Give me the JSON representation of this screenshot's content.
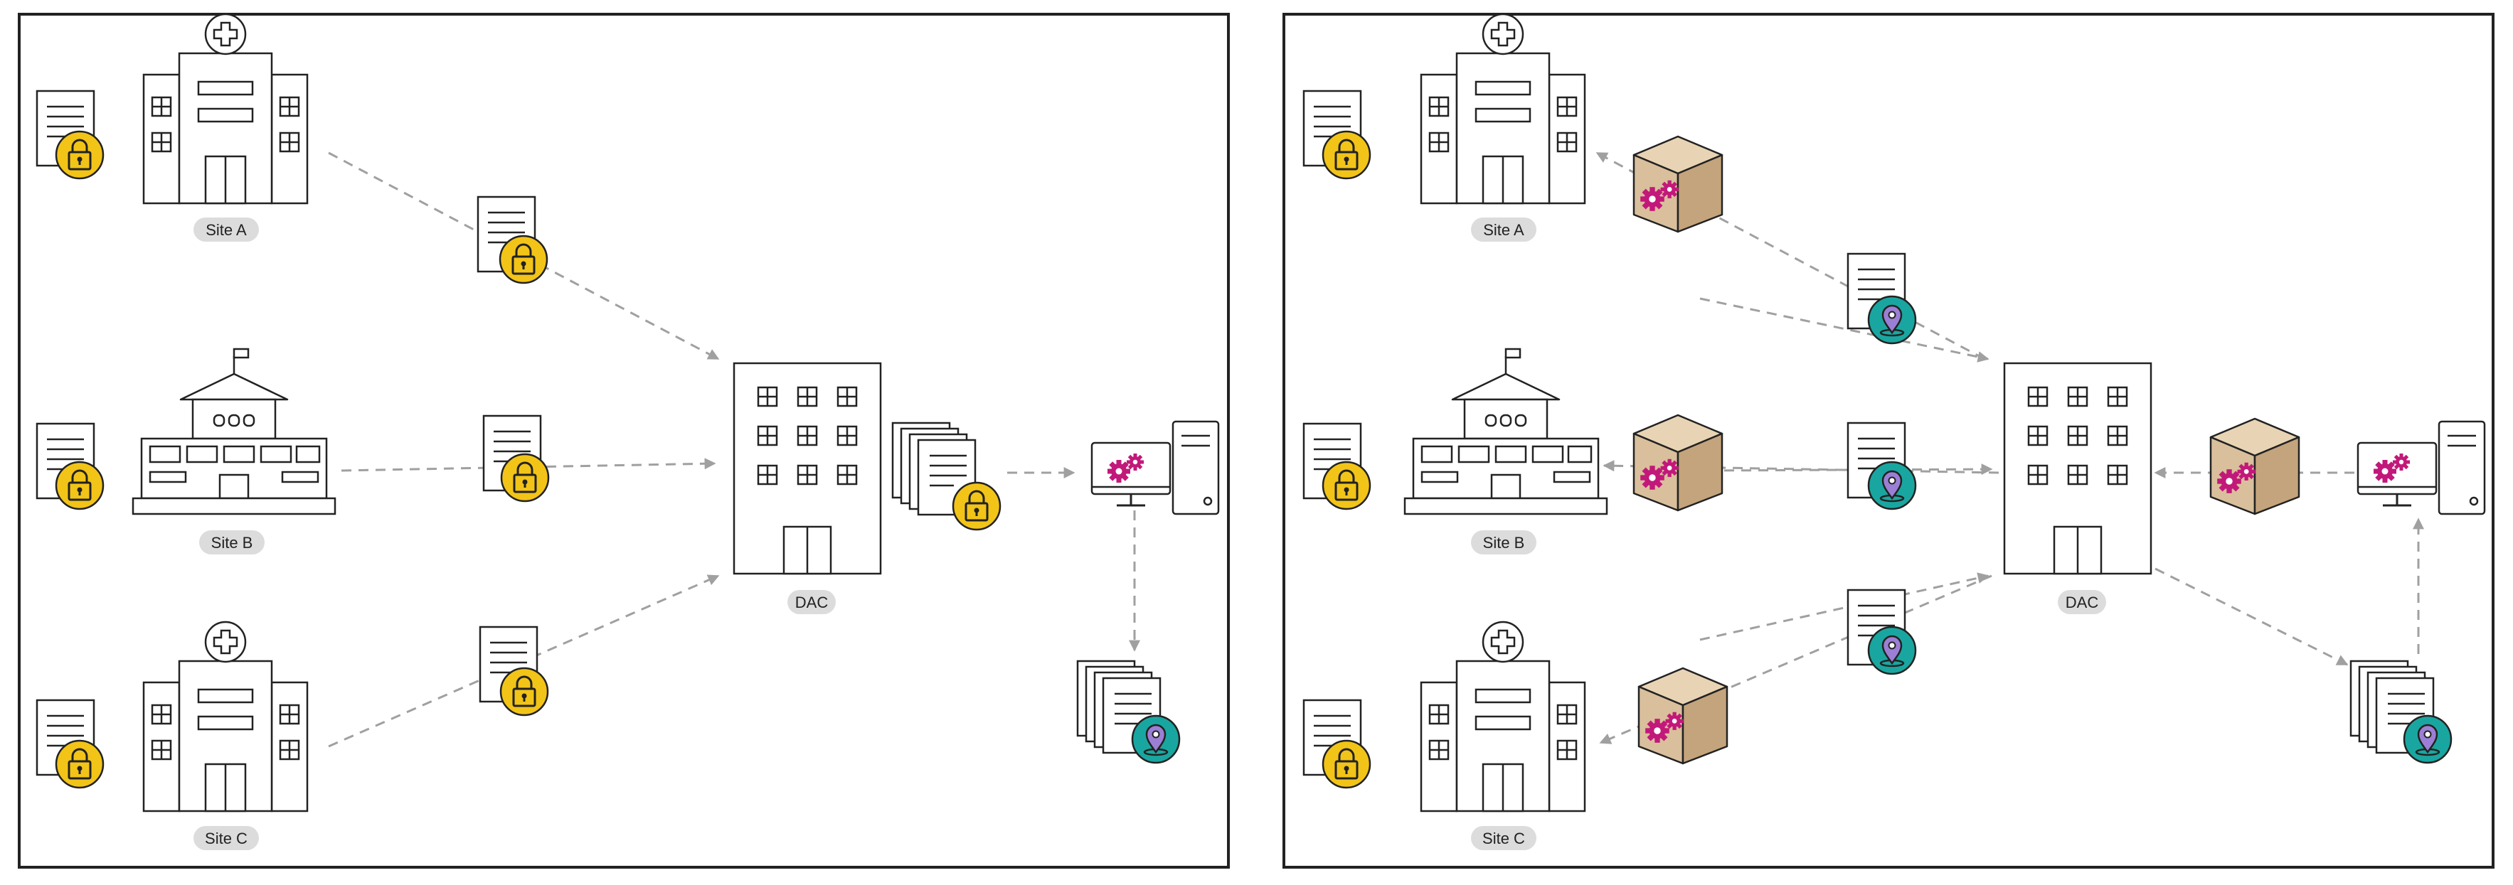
{
  "panel_left": {
    "sites": [
      {
        "label": "Site A"
      },
      {
        "label": "Site B"
      },
      {
        "label": "Site C"
      }
    ],
    "center_label": "DAC"
  },
  "panel_right": {
    "sites": [
      {
        "label": "Site A"
      },
      {
        "label": "Site B"
      },
      {
        "label": "Site C"
      }
    ],
    "center_label": "DAC"
  },
  "colors": {
    "lock_badge": "#f2c418",
    "location_badge": "#1aa6a0",
    "location_pin": "#9b7fd4",
    "gear": "#c2187a",
    "box_face": "#d9bf9c",
    "box_top": "#e8d4b4",
    "box_side": "#c4a47c",
    "label_bg": "#dcdcdc",
    "arrow": "#a0a0a0"
  }
}
